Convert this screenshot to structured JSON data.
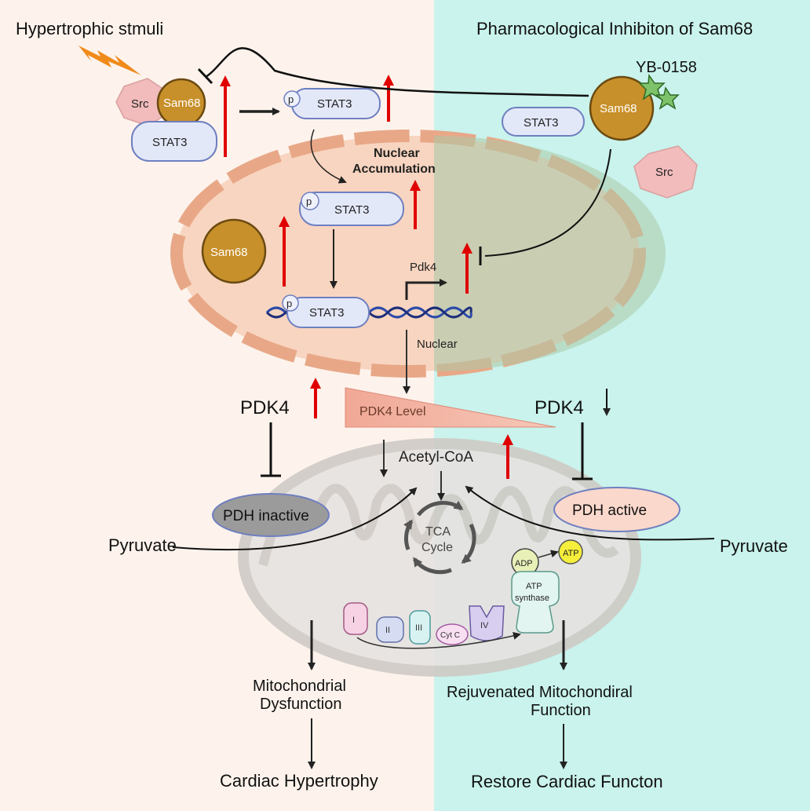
{
  "panels": {
    "left_title": "Hypertrophic stmuli",
    "right_title": "Pharmacological Inhibiton of Sam68"
  },
  "proteins": {
    "src": "Src",
    "sam68": "Sam68",
    "stat3": "STAT3",
    "phospho": "p",
    "drug": "YB-0158"
  },
  "nucleus": {
    "accumulation_line1": "Nuclear",
    "accumulation_line2": "Accumulation",
    "gene": "Pdk4",
    "label": "Nuclear"
  },
  "pdk4": {
    "left_label": "PDK4",
    "right_label": "PDK4",
    "level_label": "PDK4 Level"
  },
  "mito": {
    "acetyl_coa": "Acetyl-CoA",
    "tca_line1": "TCA",
    "tca_line2": "Cycle",
    "pdh_inactive": "PDH inactive",
    "pdh_active": "PDH active",
    "pyruvate_left": "Pyruvate",
    "pyruvate_right": "Pyruvate",
    "adp": "ADP",
    "atp": "ATP",
    "atp_synthase_line1": "ATP",
    "atp_synthase_line2": "synthase",
    "complex_1": "I",
    "complex_2": "II",
    "complex_3": "III",
    "cyt_c": "Cyt C",
    "complex_4": "IV"
  },
  "outcomes": {
    "left_mito_line1": "Mitochondrial",
    "left_mito_line2": "Dysfunction",
    "left_final": "Cardiac Hypertrophy",
    "right_mito_line1": "Rejuvenated Mitochondiral",
    "right_mito_line2": "Function",
    "right_final": "Restore Cardiac Functon"
  },
  "colors": {
    "left_bg": "#fdf3ec",
    "right_bg": "#c9f3ec",
    "nucleus_fill": "#f7cfb8",
    "nucleus_border": "#e8a888",
    "sam68_fill": "#c8902a",
    "stat3_fill": "#e3e8f8",
    "src_fill": "#f2bcbc",
    "up_arrow": "#e00000",
    "pdh_inactive_fill": "#9b9b9b",
    "pdh_active_fill": "#fbd8cc",
    "drug_fill": "#7ec26a",
    "lightning": "#f08a1a"
  },
  "icons": [
    "lightning-icon",
    "inhibition-arrow",
    "dna-helix",
    "up-arrow",
    "down-arrow",
    "tca-cycle-arrows"
  ]
}
